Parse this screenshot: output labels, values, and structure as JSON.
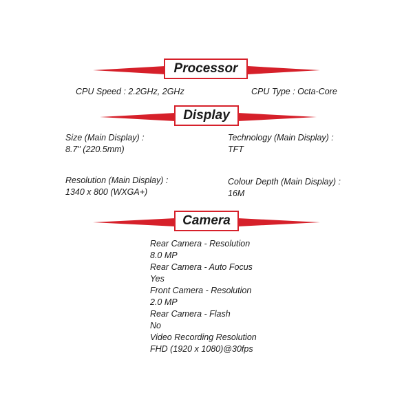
{
  "accent_color": "#d6202a",
  "processor": {
    "title": "Processor",
    "cpu_speed": "CPU Speed : 2.2GHz, 2GHz",
    "cpu_type": "CPU Type : Octa-Core"
  },
  "display": {
    "title": "Display",
    "size_label": "Size (Main Display) :",
    "size_value": "8.7\" (220.5mm)",
    "technology_label": "Technology (Main Display) :",
    "technology_value": "TFT",
    "resolution_label": "Resolution (Main Display) :",
    "resolution_value": "1340 x 800 (WXGA+)",
    "colour_depth_label": "Colour Depth (Main Display) :",
    "colour_depth_value": "16M"
  },
  "camera": {
    "title": "Camera",
    "lines": [
      "Rear Camera - Resolution",
      "8.0 MP",
      "Rear Camera - Auto Focus",
      "Yes",
      "Front Camera - Resolution",
      "2.0 MP",
      "Rear Camera - Flash",
      "No",
      "Video Recording Resolution",
      "FHD (1920 x 1080)@30fps"
    ]
  }
}
